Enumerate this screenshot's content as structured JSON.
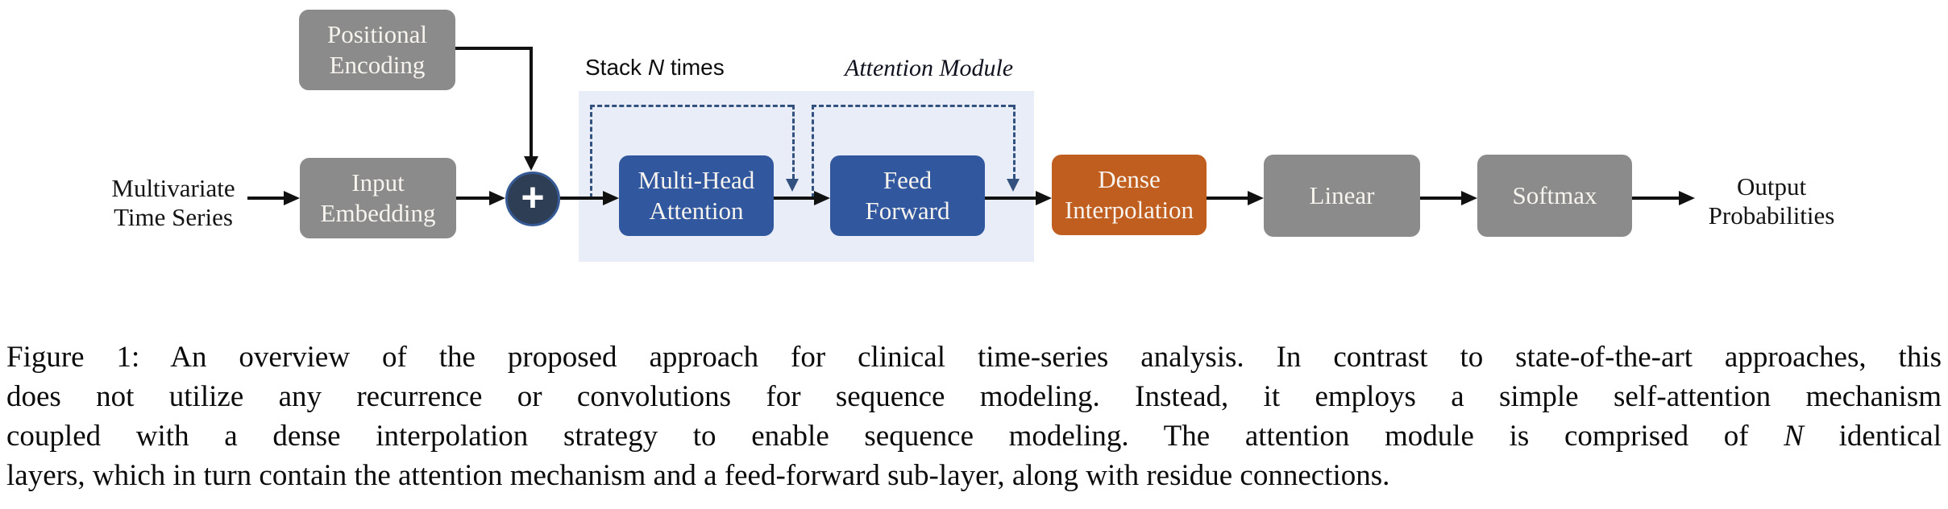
{
  "figure": {
    "labels": {
      "input": "Multivariate\nTime Series",
      "output": "Output\nProbabilities",
      "stack_prefix": "Stack ",
      "stack_n": "N",
      "stack_suffix": " times",
      "attention_module": "Attention Module",
      "plus": "+"
    },
    "boxes": {
      "positional_encoding": "Positional\nEncoding",
      "input_embedding": "Input\nEmbedding",
      "multi_head_attention": "Multi-Head\nAttention",
      "feed_forward": "Feed\nForward",
      "dense_interpolation": "Dense\nInterpolation",
      "linear": "Linear",
      "softmax": "Softmax"
    },
    "colors": {
      "gray_box": "#8b8b8b",
      "blue_box": "#31589e",
      "orange_box": "#c05e1f",
      "sum_fill": "#2e3e54",
      "sum_border": "#365a94",
      "panel": "#e9edf8",
      "dashed": "#33517f",
      "arrow": "#111111",
      "box_text": "#f7f4ef"
    }
  },
  "caption": {
    "line1": "Figure 1: An overview of the proposed approach for clinical time-series analysis. In contrast to state-of-the-art approaches, this",
    "line2": "does not utilize any recurrence or convolutions for sequence modeling. Instead, it employs a simple self-attention mechanism",
    "line3_pre": "coupled with a dense interpolation strategy to enable sequence modeling. The attention module is comprised of ",
    "line3_n": "N",
    "line3_post": " identical",
    "line4": "layers, which in turn contain the attention mechanism and a feed-forward sub-layer, along with residue connections."
  }
}
